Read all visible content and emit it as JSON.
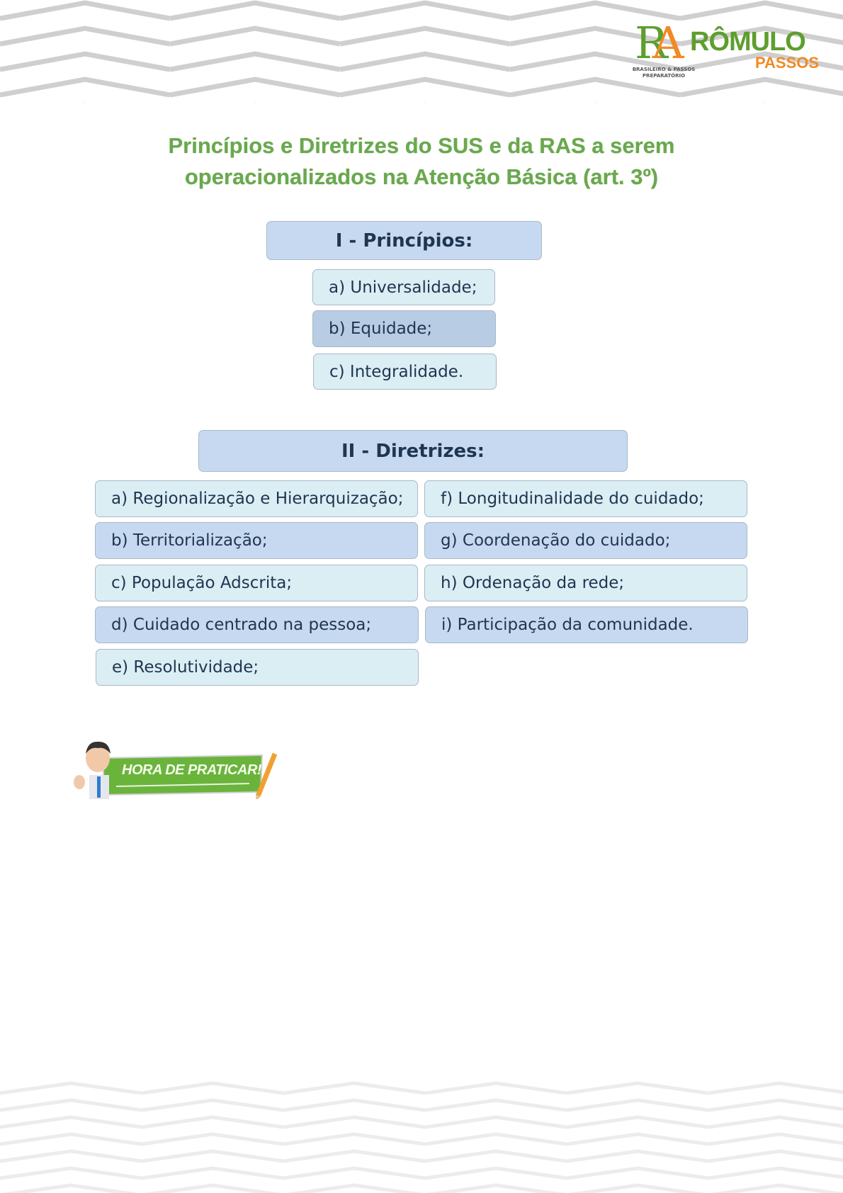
{
  "logo": {
    "monogram": "RA",
    "name": "RÔMULO",
    "subname": "PASSOS",
    "tagline": "BRASILEIRO & PASSOS PREPARATÓRIO"
  },
  "title": {
    "line1": "Princípios e Diretrizes do SUS e da RAS a serem",
    "line2": "operacionalizados na Atenção Básica (art. 3º)"
  },
  "principios": {
    "header": "I - Princípios:",
    "items": [
      "a) Universalidade;",
      "b) Equidade;",
      "c) Integralidade."
    ]
  },
  "diretrizes": {
    "header": "II - Diretrizes:",
    "left": [
      "a) Regionalização e Hierarquização;",
      "b) Territorialização;",
      "c) População Adscrita;",
      "d) Cuidado centrado na pessoa;",
      "e) Resolutividade;"
    ],
    "right": [
      "f) Longitudinalidade  do cuidado;",
      "g) Coordenação do cuidado;",
      "h) Ordenação da rede;",
      "i) Participação da comunidade."
    ]
  },
  "badge": {
    "label": "HORA DE PRATICAR!"
  }
}
